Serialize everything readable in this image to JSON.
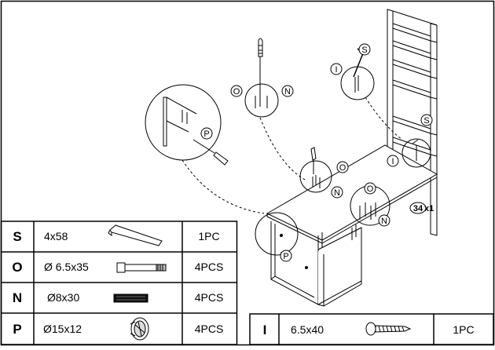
{
  "callouts": {
    "o_top": "O",
    "n_top": "N",
    "i_top": "I",
    "s_top": "S",
    "p_left": "P",
    "s_right": "S",
    "i_right": "I",
    "o_mid": "O",
    "n_mid": "N",
    "o_low": "O",
    "n_low": "N",
    "p_bottom": "P"
  },
  "step": {
    "number": "34",
    "multiplier": "x1"
  },
  "parts": [
    {
      "key": "S",
      "size": "4x58",
      "qty": "1PC",
      "icon": "hex-key-icon"
    },
    {
      "key": "O",
      "size": "Ø 6.5x35",
      "qty": "4PCS",
      "icon": "connector-bolt-icon"
    },
    {
      "key": "N",
      "size": "Ø8x30",
      "qty": "4PCS",
      "icon": "wooden-dowel-icon"
    },
    {
      "key": "P",
      "size": "Ø15x12",
      "qty": "4PCS",
      "icon": "cam-lock-icon"
    }
  ],
  "extra_part": {
    "key": "I",
    "size": "6.5x40",
    "qty": "1PC",
    "icon": "screw-icon"
  }
}
